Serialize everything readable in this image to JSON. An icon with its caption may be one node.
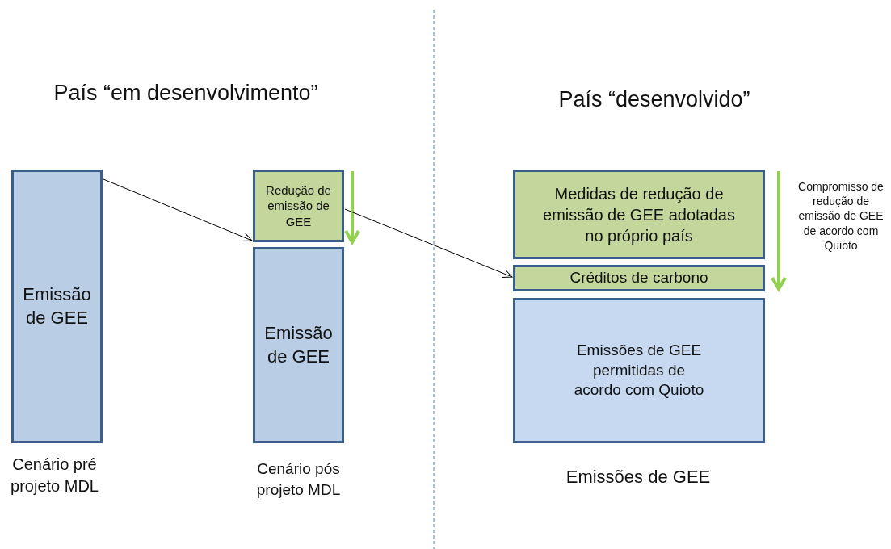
{
  "diagram": {
    "nodes": [
      {
        "text": [
          "Emissão de GEE"
        ],
        "beside": [
          "Cenário pré projeto MDL"
        ]
      },
      {
        "text": [
          "Redução de emissão de GEE"
        ]
      },
      {
        "text": [
          "Emissão de GEE"
        ],
        "beside": [
          "Cenário pós projeto MDL"
        ]
      },
      {
        "text": [
          "Medidas de redução de emissão de GEE adotadas no próprio país"
        ]
      },
      {
        "text": [
          "Créditos de carbono"
        ]
      },
      {
        "text": [
          "Emissões de GEE permitidas de acordo com Quioto"
        ],
        "beside": [
          "Emissões de GEE"
        ]
      }
    ],
    "edges": [
      {
        "from": 0,
        "to": 1,
        "arrow": "to"
      },
      {
        "from": 1,
        "to": 4,
        "arrow": "to"
      }
    ],
    "labels": [
      "País “em desenvolvimento”",
      "País “desenvolvido”",
      "Compromisso de redução de emissão de GEE de acordo com Quioto"
    ]
  }
}
